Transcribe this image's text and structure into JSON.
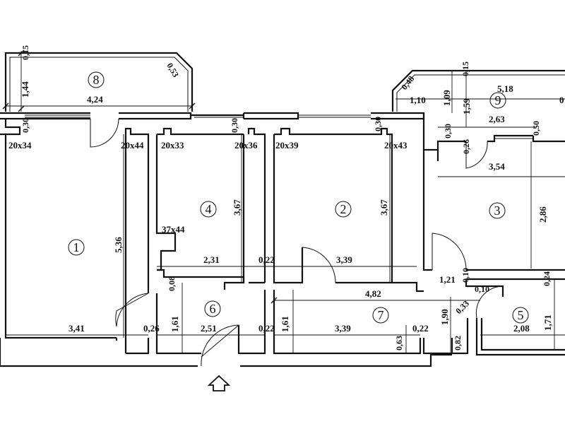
{
  "rooms": [
    {
      "number": "1"
    },
    {
      "number": "2"
    },
    {
      "number": "3"
    },
    {
      "number": "4"
    },
    {
      "number": "5"
    },
    {
      "number": "6"
    },
    {
      "number": "7"
    },
    {
      "number": "8"
    },
    {
      "number": "9"
    }
  ],
  "dimensions": {
    "d015a": "0,15",
    "d144": "1,44",
    "d424": "4,24",
    "d053": "0,53",
    "d030a": "0,30",
    "d030b": "0,30",
    "d030c": "0,30",
    "d030d": "0,30",
    "d048": "0,48",
    "d110": "1,10",
    "d109": "1,09",
    "d159": "1,59",
    "d015b": "0,15",
    "d518": "5,18",
    "d0r": "0",
    "d263": "2,63",
    "d050": "0,50",
    "d026a": "0,26",
    "d354": "3,54",
    "d286": "2,86",
    "d536": "5,36",
    "d367a": "3,67",
    "d367b": "3,67",
    "d231": "2,31",
    "d022a": "0,22",
    "d339a": "3,39",
    "d008": "0,08",
    "d482": "4,82",
    "d121": "1,21",
    "d010a": "0,10",
    "d010b": "0,10",
    "d024": "0,24",
    "d341": "3,41",
    "d026b": "0,26",
    "d161a": "1,61",
    "d251": "2,51",
    "d022b": "0,22",
    "d161b": "1,61",
    "d339b": "3,39",
    "d063": "0,63",
    "d022c": "0,22",
    "d190": "1,90",
    "d033": "0,33",
    "d082": "0,82",
    "d208": "2,08",
    "d171": "1,71"
  },
  "openings": {
    "o1": "20x34",
    "o2": "20x44",
    "o3": "20x33",
    "o4": "20x36",
    "o5": "20x39",
    "o6": "20x43",
    "o7": "37x44"
  },
  "entrance": {
    "icon": "entrance-arrow-icon"
  }
}
